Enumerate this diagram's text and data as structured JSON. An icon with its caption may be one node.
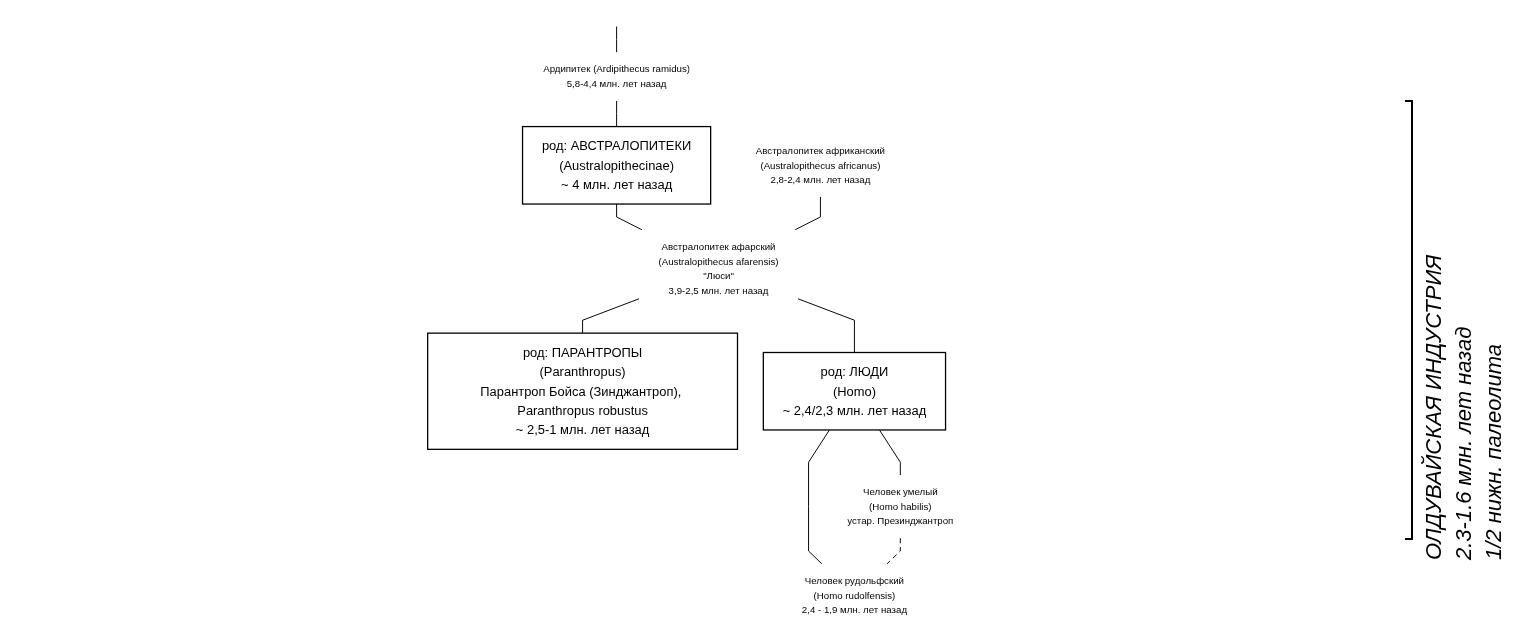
{
  "diagram": {
    "nodes": [
      {
        "text": [
          "Ардипитек (Ardipithecus ramidus)",
          "5,8-4,4 млн. лет назад"
        ]
      },
      {
        "text": [
          "род: АВСТРАЛОПИТЕКИ",
          "(Australopithecinae)",
          "~ 4 млн. лет назад"
        ]
      },
      {
        "text": [
          "Австралопитек афарский",
          "(Australopithecus afarensis)",
          "\"Люси\"",
          "3,9-2,5 млн. лет назад"
        ]
      },
      {
        "text": [
          "Австралопитек африканский",
          "(Australopithecus africanus)",
          "2,8-2,4 млн. лет назад"
        ]
      },
      {
        "text": [
          "род: ПАРАНТРОПЫ",
          "(Paranthropus)",
          "Парантроп Бойса (Зинджантроп), Paranthropus robustus",
          "~ 2,5-1 млн. лет назад"
        ]
      },
      {
        "text": [
          "род: ЛЮДИ",
          "(Homo)",
          "~ 2,4/2,3 млн. лет назад"
        ]
      },
      {
        "text": [
          "Человек умелый",
          "(Homo habilis)",
          "устар. Презинджантроп"
        ]
      },
      {
        "text": [
          "Человек рудольфский",
          "(Homo rudolfensis)",
          "2,4 - 1,9 млн. лет назад"
        ]
      }
    ],
    "edges": [
      {
        "from": null,
        "to": 0,
        "arrow": "none"
      },
      {
        "from": 0,
        "to": 1,
        "arrow": "none"
      },
      {
        "from": 1,
        "to": 2,
        "arrow": "none"
      },
      {
        "from": 3,
        "to": 2,
        "arrow": "none"
      },
      {
        "from": 2,
        "to": 4,
        "arrow": "none"
      },
      {
        "from": 2,
        "to": 5,
        "arrow": "none"
      },
      {
        "from": 5,
        "to": 6,
        "arrow": "none"
      },
      {
        "from": 5,
        "to": 7,
        "arrow": "none"
      },
      {
        "from": 6,
        "to": 7,
        "arrow": "none",
        "style": "dashed"
      }
    ],
    "labels": [
      "ОЛДУВАЙСКАЯ ИНДУСТРИЯ",
      "2.3-1.6 млн. лет назад",
      "1/2 нижн. палеолита"
    ]
  }
}
